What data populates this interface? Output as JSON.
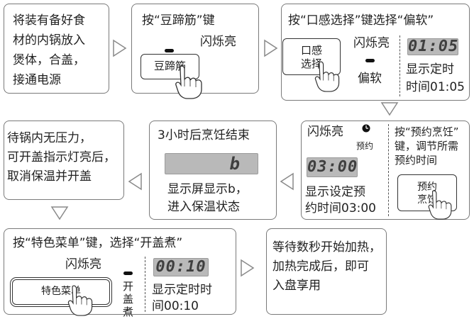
{
  "steps": {
    "s1": {
      "lines": [
        "将装有备好食",
        "材的内锅放入",
        "煲体，合盖，",
        "接通电源"
      ]
    },
    "s2": {
      "title": "按“豆蹄筋”键",
      "indicator": "闪烁亮",
      "key_label": "豆蹄筋"
    },
    "s3": {
      "title": "按“口感选择”键选择“偏软”",
      "key_label_1": "口感",
      "key_label_2": "选择",
      "indicator": "闪烁亮",
      "mode": "偏软",
      "display": "01:05",
      "caption_1": "显示定时",
      "caption_2": "时间01:05"
    },
    "s4": {
      "indicator": "闪烁亮",
      "clock_label": "预约",
      "display": "03:00",
      "caption_1": "显示设定预",
      "caption_2": "约时间03:00",
      "instr_1": "按“预约烹饪”",
      "instr_2": "键，调节所需",
      "instr_3": "预约时间",
      "key_label_1": "预约",
      "key_label_2": "烹饪"
    },
    "s5": {
      "title": "3小时后烹饪结束",
      "display": "b",
      "caption_1": "显示屏显示b，",
      "caption_2": "进入保温状态"
    },
    "s6": {
      "lines": [
        "待锅内无压力，",
        "可开盖指示灯亮后，",
        "取消保温并开盖"
      ]
    },
    "s7": {
      "title": "按“特色菜单”键，选择“开盖煮”",
      "indicator": "闪烁亮",
      "key_label": "特色菜单",
      "mode_chars": [
        "开",
        "盖",
        "煮"
      ],
      "display": "00:10",
      "caption_1": "显示定时时",
      "caption_2": "间00:10"
    },
    "s8": {
      "lines": [
        "等待数秒开始加热，",
        "加热完成后，即可",
        "入盘享用"
      ]
    }
  }
}
